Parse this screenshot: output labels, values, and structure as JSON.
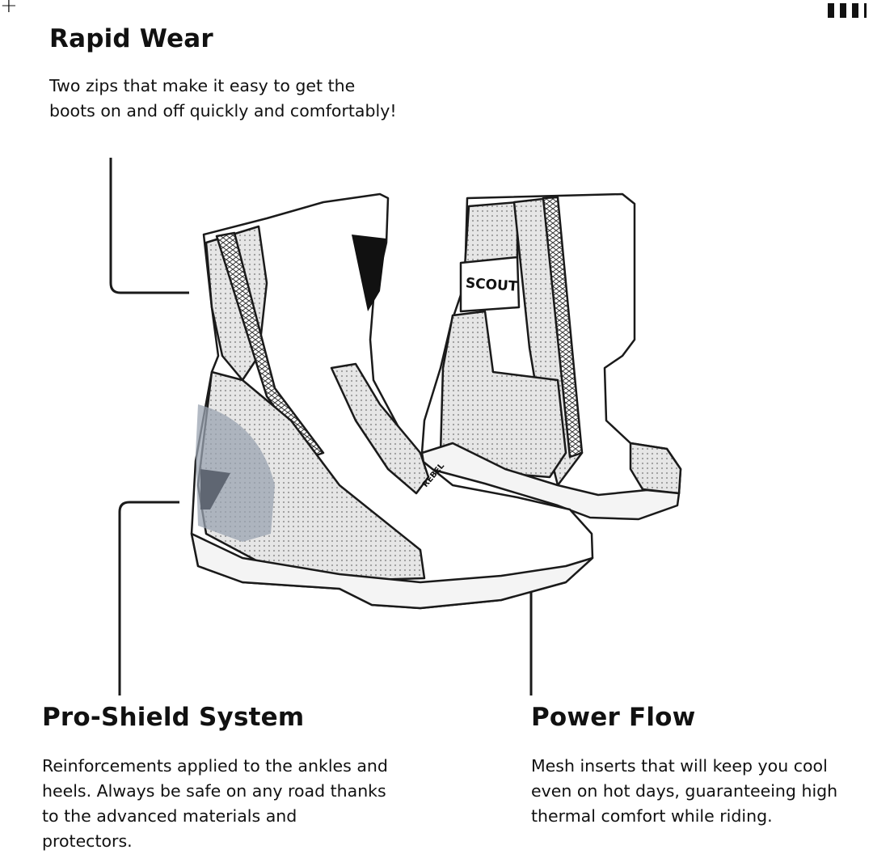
{
  "corner": {
    "plus_glyph": "+",
    "icon_names": [
      "plus-icon",
      "bars-icon"
    ]
  },
  "boot_labels": {
    "left_boot_brand": "REBEL",
    "right_boot_model": "SCOUT"
  },
  "features": {
    "rapid_wear": {
      "title": "Rapid Wear",
      "description": "Two zips that make it easy to get the boots on and off quickly and comfortably!"
    },
    "pro_shield": {
      "title": "Pro-Shield System",
      "description": "Reinforcements applied to the ankles and heels. Always be safe on any road thanks to the advanced materials and protectors."
    },
    "power_flow": {
      "title": "Power Flow",
      "description": "Mesh inserts that will keep you cool even on hot days, guaranteeing high thermal comfort while riding."
    }
  },
  "colors": {
    "line": "#1a1a1a",
    "mesh": "#d9d9d9",
    "shield": "#9aa3b0"
  }
}
